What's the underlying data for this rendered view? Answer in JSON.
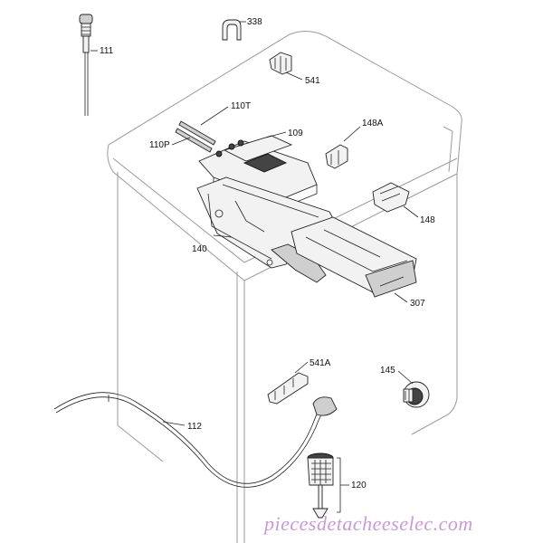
{
  "labels": {
    "p111": "111",
    "p338": "338",
    "p541": "541",
    "p110T": "110T",
    "p110P": "110P",
    "p109": "109",
    "p148A": "148A",
    "p148": "148",
    "p140": "140",
    "p307": "307",
    "p541A": "541A",
    "p145": "145",
    "p112": "112",
    "p120": "120"
  },
  "watermark": "piecesdetacheeselec.com"
}
